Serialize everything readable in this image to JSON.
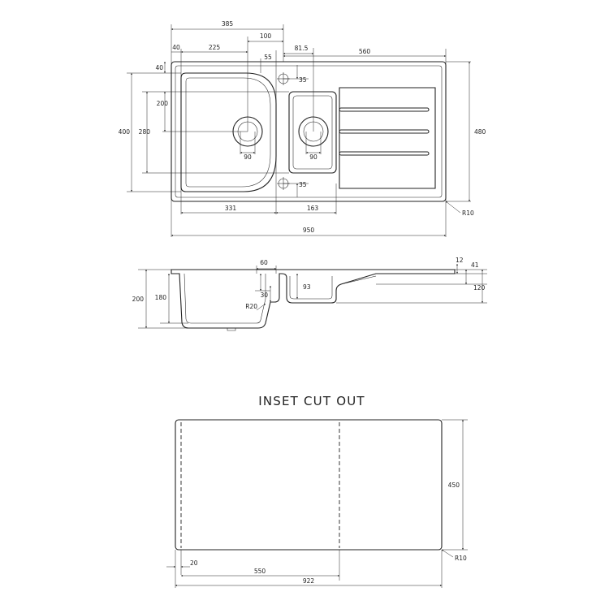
{
  "colors": {
    "line": "#222222",
    "background": "#ffffff"
  },
  "top_view": {
    "dims": {
      "overall_width": "950",
      "overall_depth": "480",
      "corner_radius": "R10",
      "to_bowl_centre": "385",
      "bowl_offset": "40",
      "main_waste_from_bowl": "225",
      "waste_spacing": "100",
      "tap_offset": "55",
      "small_bowl_offset": "81.5",
      "drainer_length": "560",
      "top_margin": "40",
      "main_bowl_depth": "400",
      "small_bowl_depth": "280",
      "waste_from_top": "200",
      "tap_hole_top": "35",
      "tap_hole_bottom": "35",
      "main_waste_dia": "90",
      "small_waste_dia": "90",
      "main_bowl_width": "331",
      "small_bowl_width": "163"
    }
  },
  "side_view": {
    "dims": {
      "total_depth": "200",
      "main_bowl_depth": "180",
      "overflow_width": "60",
      "overflow_depth": "30",
      "inner_radius": "R20",
      "small_bowl_depth": "93",
      "flange": "12",
      "drainer_height": "41",
      "drainer_depth": "120"
    }
  },
  "cutout": {
    "title": "INSET CUT OUT",
    "dims": {
      "depth": "450",
      "corner_radius": "R10",
      "edge_offset": "20",
      "bowl_section": "550",
      "width": "922"
    }
  }
}
